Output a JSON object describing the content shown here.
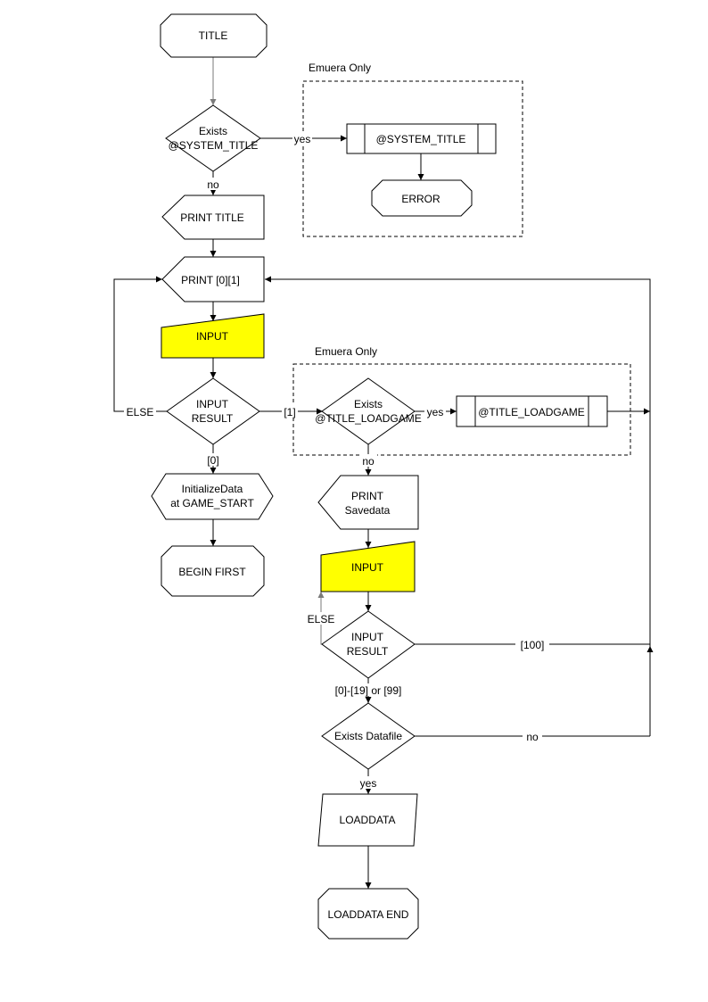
{
  "colors": {
    "input_fill": "#ffff00",
    "line": "#000000",
    "background": "#ffffff"
  },
  "nodes": {
    "title": "TITLE",
    "exists_system_title_1": "Exists",
    "exists_system_title_2": "@SYSTEM_TITLE",
    "system_title": "@SYSTEM_TITLE",
    "error": "ERROR",
    "print_title": "PRINT TITLE",
    "print_01": "PRINT [0][1]",
    "input_1": "INPUT",
    "input_result_1a": "INPUT",
    "input_result_1b": "RESULT",
    "exists_title_loadgame_1": "Exists",
    "exists_title_loadgame_2": "@TITLE_LOADGAME",
    "title_loadgame": "@TITLE_LOADGAME",
    "initialize_1": "InitializeData",
    "initialize_2": "at GAME_START",
    "begin_first": "BEGIN FIRST",
    "print_savedata_1": "PRINT",
    "print_savedata_2": "Savedata",
    "input_2": "INPUT",
    "input_result_2a": "INPUT",
    "input_result_2b": "RESULT",
    "exists_datafile": "Exists Datafile",
    "loaddata": "LOADDATA",
    "loaddata_end": "LOADDATA END"
  },
  "groups": {
    "emuera_only_1": "Emuera Only",
    "emuera_only_2": "Emuera Only"
  },
  "edge_labels": {
    "yes_system_title": "yes",
    "no_system_title": "no",
    "else_1": "ELSE",
    "one": "[1]",
    "yes_loadgame": "yes",
    "zero": "[0]",
    "no_loadgame": "no",
    "else_2": "ELSE",
    "hundred": "[100]",
    "range": "[0]-[19] or [99]",
    "no_datafile": "no",
    "yes_datafile": "yes"
  }
}
